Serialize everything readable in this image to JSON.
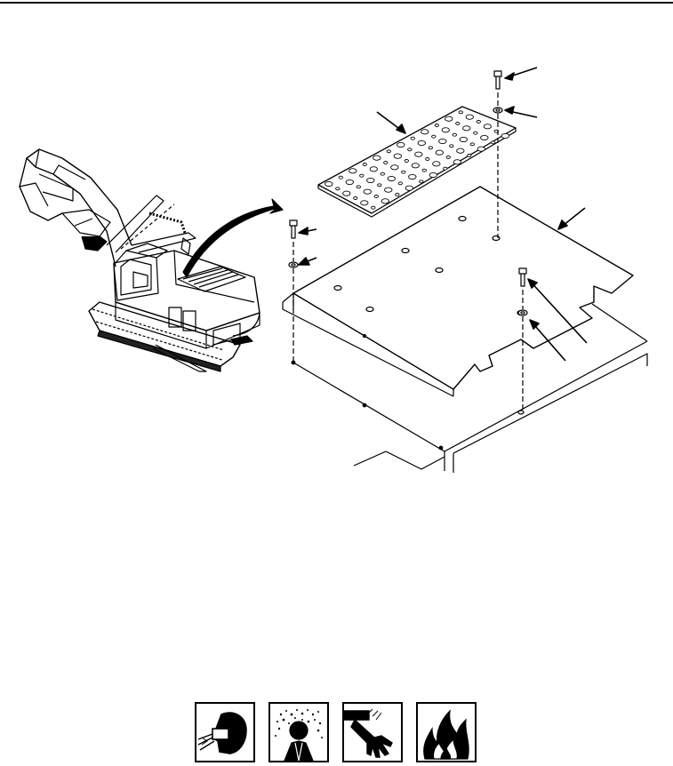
{
  "figure": {
    "machine": "excavator",
    "parts": [
      "non-skid-tread-plate",
      "access-cover-plate",
      "capscrew",
      "washer"
    ]
  },
  "warning_icons": [
    {
      "icon": "eye-protection-icon"
    },
    {
      "icon": "flying-particles-icon"
    },
    {
      "icon": "hand-injury-icon"
    },
    {
      "icon": "fire-hazard-icon"
    }
  ]
}
